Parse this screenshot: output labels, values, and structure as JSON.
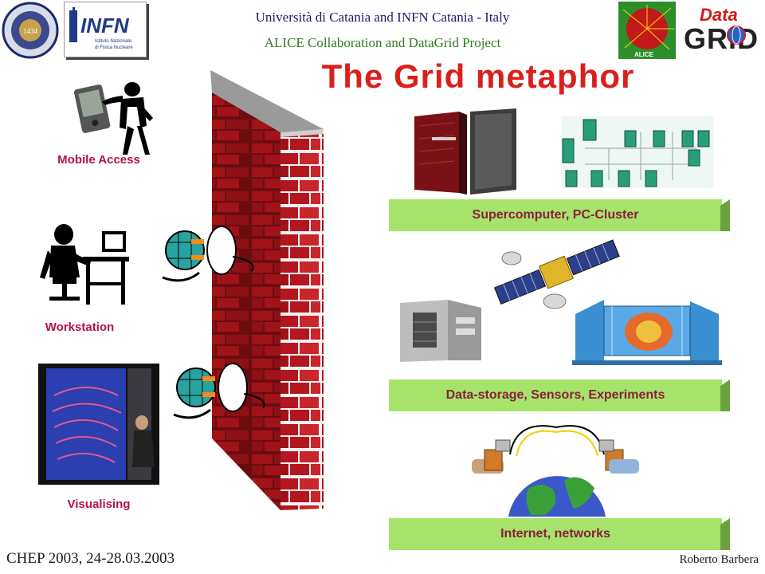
{
  "header": {
    "line1": "Università di Catania and INFN Catania - Italy",
    "line2": "ALICE Collaboration and DataGrid Project",
    "title": "The Grid metaphor"
  },
  "logos": {
    "infn": "INFN",
    "infn_sub1": "Istituto Nazionale",
    "infn_sub2": "di Fisica Nucleare",
    "alice": "ALICE",
    "datagrid_top": "Data",
    "datagrid_bottom": "GRID"
  },
  "left": {
    "mobile": "Mobile Access",
    "workstation": "Workstation",
    "visualising": "Visualising"
  },
  "right": {
    "bar1": "Supercomputer, PC-Cluster",
    "bar2": "Data-storage, Sensors, Experiments",
    "bar3": "Internet, networks"
  },
  "footer": {
    "left": "CHEP 2003, 24-28.03.2003",
    "right": "Roberto Barbera"
  },
  "colors": {
    "title": "#d9201c",
    "bar_face": "#a6e36b",
    "brick": "#b3161e",
    "label": "#b3124a"
  }
}
